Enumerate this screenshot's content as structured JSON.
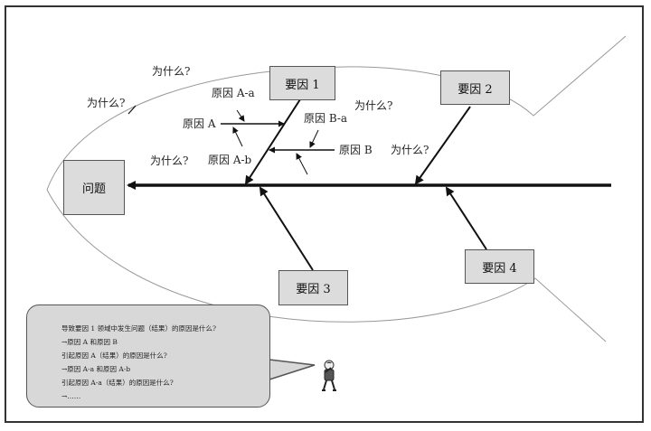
{
  "problem": {
    "label": "问题"
  },
  "main_causes": [
    {
      "label": "要因 1"
    },
    {
      "label": "要因 2"
    },
    {
      "label": "要因 3"
    },
    {
      "label": "要因 4"
    }
  ],
  "sub_causes": {
    "cause_a": "原因 A",
    "cause_a_a": "原因 A-a",
    "cause_a_b": "原因 A-b",
    "cause_b": "原因 B",
    "cause_b_a": "原因 B-a"
  },
  "why_labels": [
    "为什么?",
    "为什么?",
    "为什么?",
    "为什么?",
    "为什么?"
  ],
  "speech_bubble": {
    "lines": [
      "导致要因 1 领域中发生问题（结果）的原因是什么?",
      "→原因 A 和原因 B",
      "引起原因 A（结果）的原因是什么?",
      "→原因 A-a 和原因 A-b",
      "引起原因 A-a（结果）的原因是什么?",
      "→……"
    ]
  },
  "icons": {
    "person": "thinking-person-icon"
  }
}
